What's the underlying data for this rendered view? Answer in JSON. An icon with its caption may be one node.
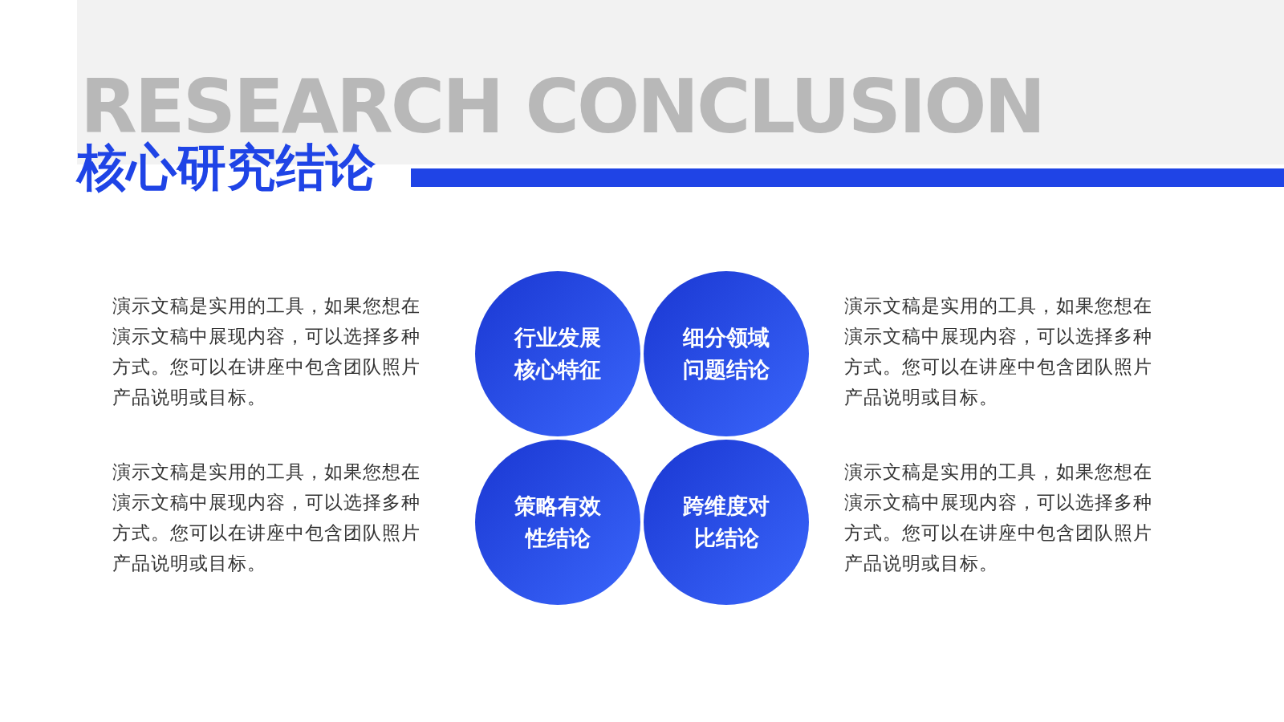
{
  "diagram": {
    "title": "核心研究结论",
    "nodes": [
      {
        "text": [
          "行业发展核心特征"
        ]
      },
      {
        "text": [
          "细分领域问题结论"
        ]
      },
      {
        "text": [
          "策略有效性结论"
        ]
      },
      {
        "text": [
          "跨维度对比结论"
        ]
      }
    ],
    "edges": [],
    "labels": [
      "RESEARCH CONCLUSION",
      "演示文稿是实用的工具，如果您想在演示文稿中展现内容，可以选择多种方式。您可以在讲座中包含团队照片产品说明或目标。",
      "演示文稿是实用的工具，如果您想在演示文稿中展现内容，可以选择多种方式。您可以在讲座中包含团队照片产品说明或目标。",
      "演示文稿是实用的工具，如果您想在演示文稿中展现内容，可以选择多种方式。您可以在讲座中包含团队照片产品说明或目标。",
      "演示文稿是实用的工具，如果您想在演示文稿中展现内容，可以选择多种方式。您可以在讲座中包含团队照片产品说明或目标。"
    ]
  }
}
